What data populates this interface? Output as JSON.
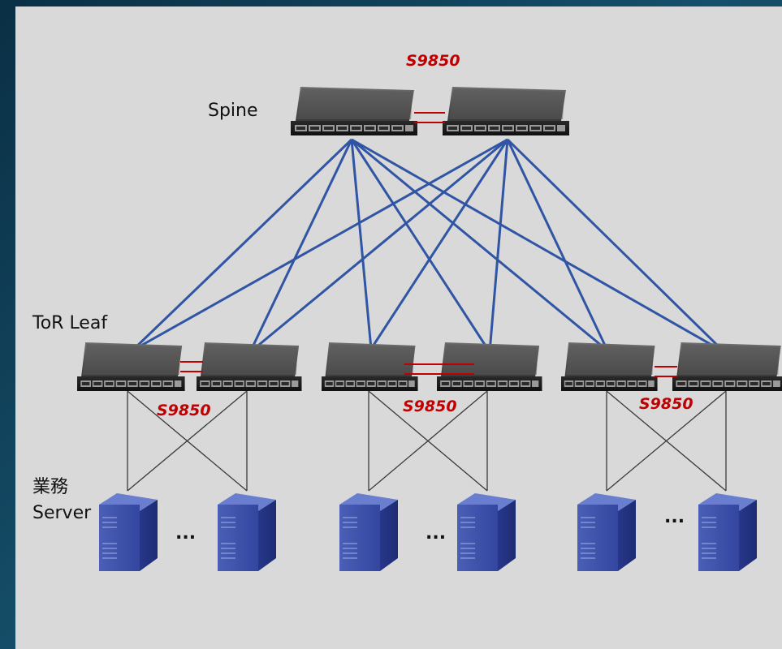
{
  "labels": {
    "spine": "Spine",
    "tor_leaf": "ToR Leaf",
    "server_line1": "業務",
    "server_line2": "Server"
  },
  "models": {
    "spine": "S9850",
    "leaf_group_1": "S9850",
    "leaf_group_2": "S9850",
    "leaf_group_3": "S9850"
  },
  "ellipsis": [
    "...",
    "...",
    "..."
  ],
  "colors": {
    "uplink": "#2f55a4",
    "peer_link": "#c00000",
    "server_link": "#3a3a3a",
    "model_text": "#c00000",
    "panel_bg": "#d9d9d9"
  },
  "topology": {
    "spine_switches": 2,
    "leaf_switches": 6,
    "servers": 6
  }
}
